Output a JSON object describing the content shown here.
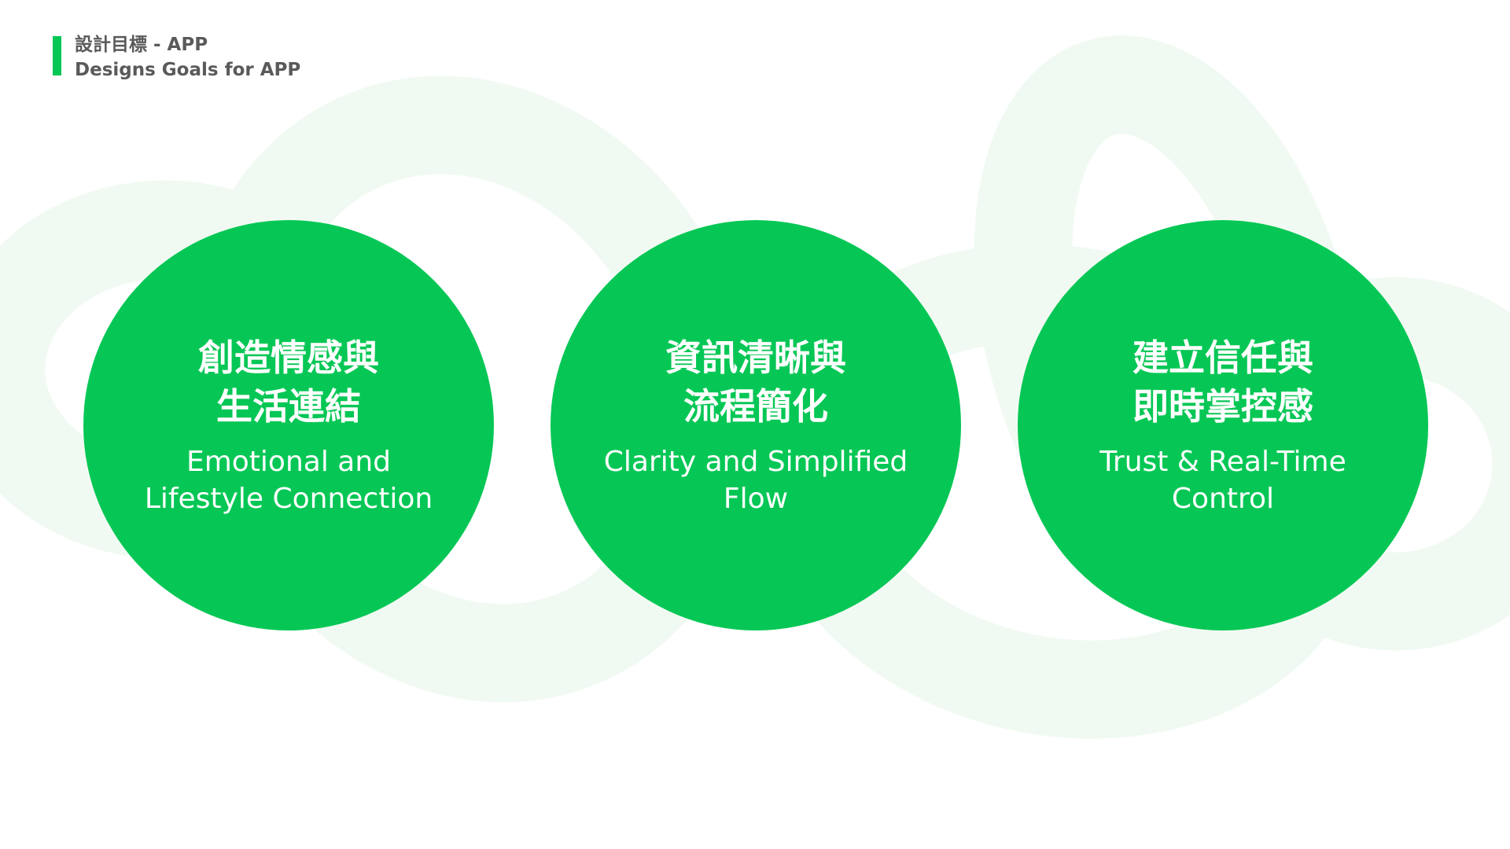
{
  "header": {
    "title_zh": "設計目標 - APP",
    "title_en": "Designs Goals for APP"
  },
  "colors": {
    "accent": "#06c755",
    "ring": "#f1faf2",
    "header_text": "#5a5a5a",
    "circle_text": "#ffffff"
  },
  "goals": [
    {
      "title_zh": "創造情感與\n生活連結",
      "title_en": "Emotional and\nLifestyle Connection"
    },
    {
      "title_zh": "資訊清晰與\n流程簡化",
      "title_en": "Clarity and Simplified\nFlow"
    },
    {
      "title_zh": "建立信任與\n即時掌控感",
      "title_en": "Trust & Real-Time\nControl"
    }
  ]
}
